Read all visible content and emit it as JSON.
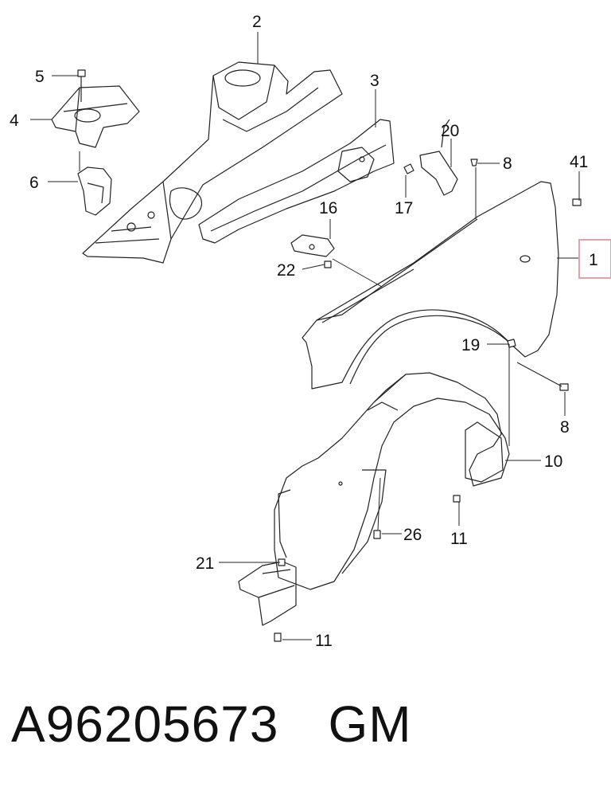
{
  "callouts": {
    "c1": "1",
    "c2": "2",
    "c3": "3",
    "c4": "4",
    "c5": "5",
    "c6": "6",
    "c8a": "8",
    "c8b": "8",
    "c10": "10",
    "c11a": "11",
    "c11b": "11",
    "c16": "16",
    "c17": "17",
    "c19": "19",
    "c20": "20",
    "c21": "21",
    "c22": "22",
    "c26": "26",
    "c41": "41"
  },
  "highlight_color": "#e8a0a8",
  "footer": {
    "part_code": "A96205673",
    "brand": "GM"
  }
}
